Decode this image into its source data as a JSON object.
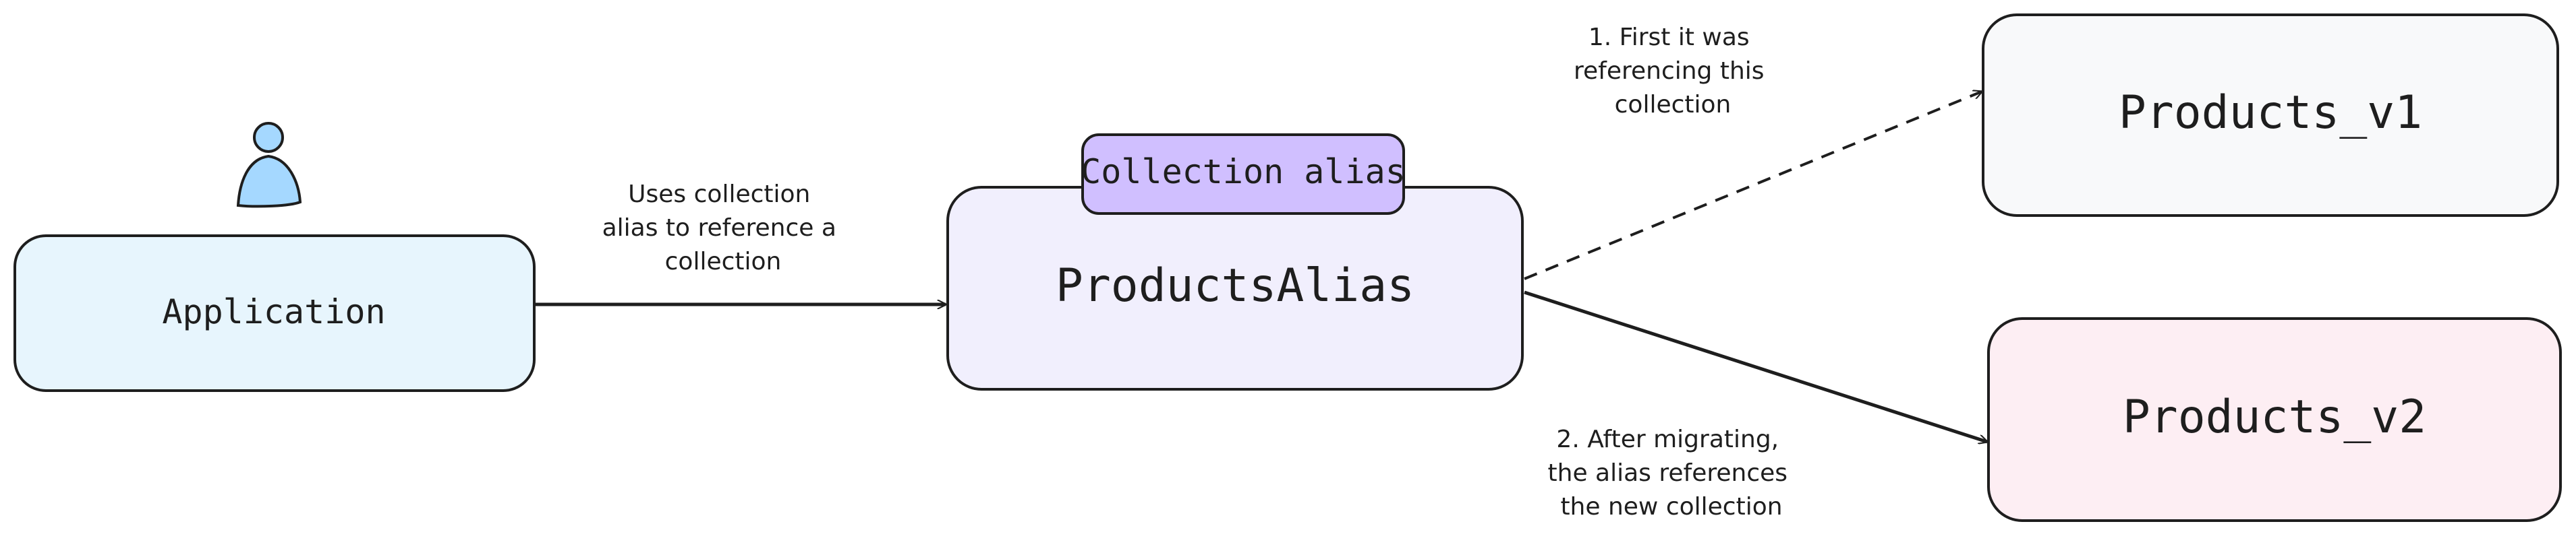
{
  "nodes": {
    "application": {
      "label": "Application",
      "fill": "#e7f5fd"
    },
    "products_alias": {
      "label": "ProductsAlias",
      "fill": "#f1effd"
    },
    "alias_tag": {
      "label": "Collection alias",
      "fill": "#d0bfff"
    },
    "products_v1": {
      "label": "Products_v1",
      "fill": "#f8f9fa"
    },
    "products_v2": {
      "label": "Products_v2",
      "fill": "#fdeef3"
    }
  },
  "edges": {
    "uses": {
      "lines": [
        "Uses collection",
        "alias to reference a",
        "collection"
      ]
    },
    "first": {
      "lines": [
        "1. First it was",
        "referencing this",
        "collection"
      ]
    },
    "after": {
      "lines": [
        "2. After migrating,",
        "the alias references",
        "the new collection"
      ]
    }
  },
  "colors": {
    "stroke": "#1e1e1e",
    "user_icon": "#a5d8ff"
  },
  "icons": {
    "user": "user-icon"
  }
}
